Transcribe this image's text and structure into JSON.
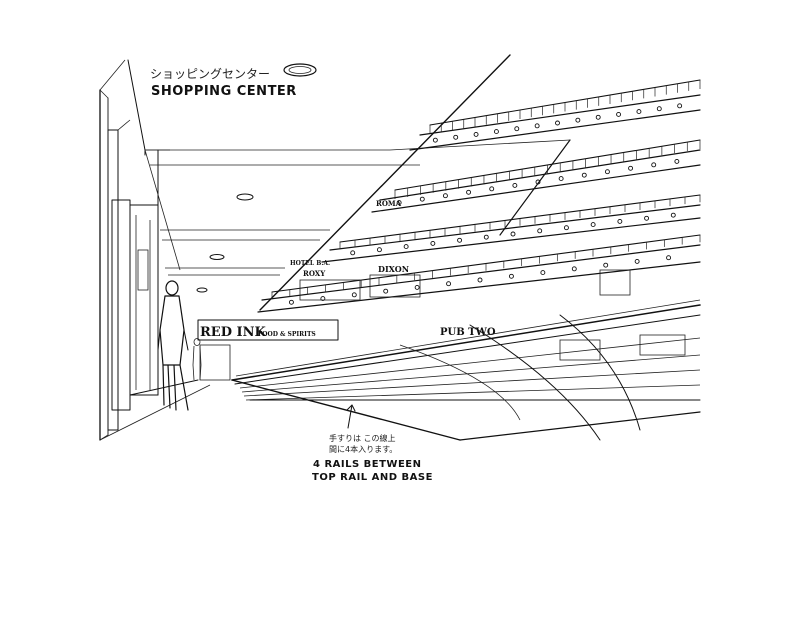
{
  "title_jp": "ショッピングセンター",
  "title_en": "SHOPPING CENTER",
  "note_jp_line1": "手すりは この線上",
  "note_jp_line2": "間に4本入ります。",
  "note_en_line1": "4 RAILS BETWEEN",
  "note_en_line2": "TOP RAIL AND BASE",
  "signs": {
    "restaurant": "RED INK",
    "restaurant_sub": "FOOD & SPIRITS",
    "pub": "PUB TWO",
    "upper_left": "ROXY",
    "upper_mid": "DIXON",
    "top_sign": "ROMA",
    "small_sign": "HOTEL B.A."
  },
  "colors": {
    "ink": "#111111",
    "paper": "#ffffff"
  }
}
